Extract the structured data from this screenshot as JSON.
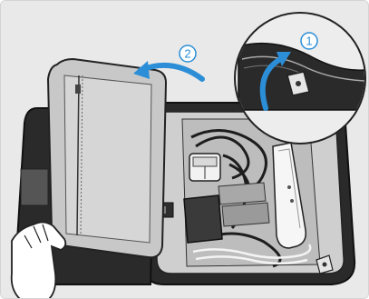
{
  "steps": [
    {
      "number": "1",
      "color": "#2b8ed6"
    },
    {
      "number": "2",
      "color": "#2b8ed6"
    }
  ],
  "colors": {
    "background": "#e9e9e9",
    "case_shell": "#2a2a2a",
    "lid_panel": "#c8c8c8",
    "arrow_blue": "#2b8ed6",
    "magnifier_bg": "#ededed"
  },
  "icons": [
    "curved-arrow-icon",
    "step-number-badge",
    "hand-illustration",
    "zoom-circle"
  ]
}
